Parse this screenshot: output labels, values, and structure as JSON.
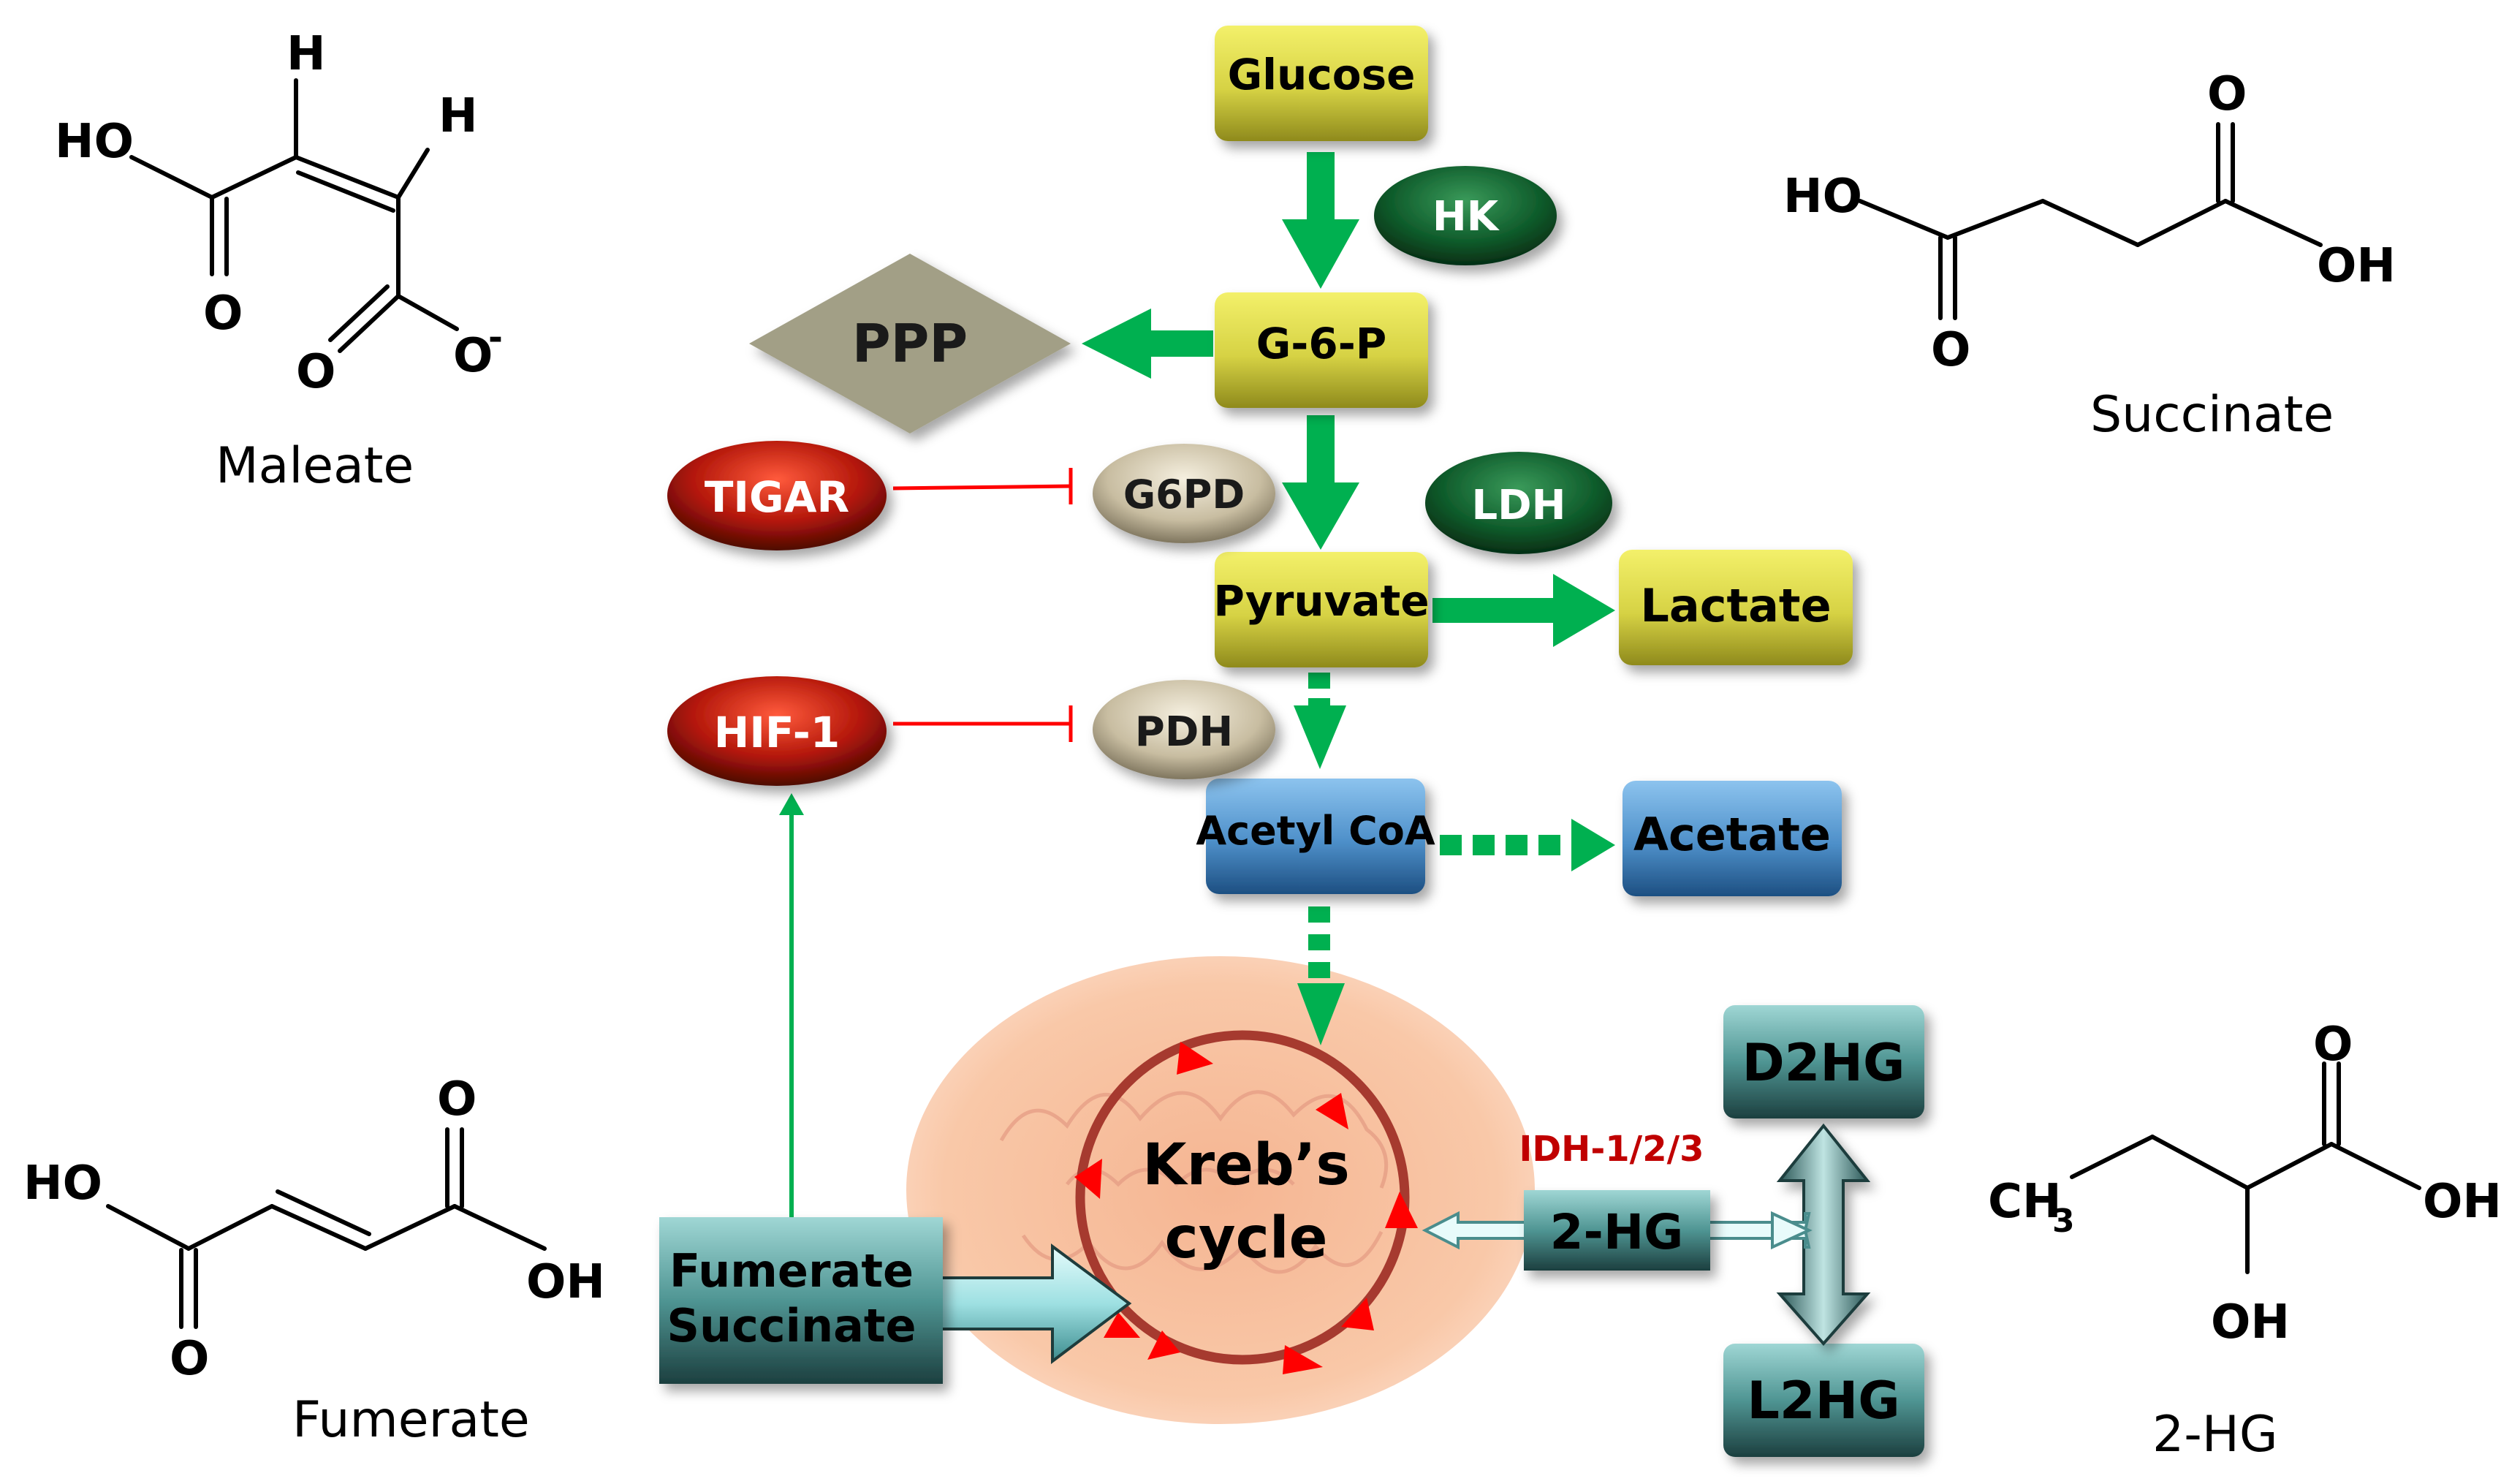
{
  "boxes": {
    "glucose": "Glucose",
    "g6p": "G-6-P",
    "pyruvate": "Pyruvate",
    "lactate": "Lactate",
    "acetyl_coa": "Acetyl CoA",
    "acetate": "Acetate",
    "ppp": "PPP",
    "fumerate": "Fumerate",
    "succinate_box": "Succinate",
    "d2hg": "D2HG",
    "l2hg": "L2HG",
    "two_hg_box": "2-HG"
  },
  "enzymes": {
    "hk": "HK",
    "ldh": "LDH",
    "g6pd": "G6PD",
    "pdh": "PDH",
    "tigar": "TIGAR",
    "hif1": "HIF-1",
    "idh": "IDH-1/2/3"
  },
  "krebs": {
    "line1": "Kreb’s",
    "line2": "cycle"
  },
  "structures": {
    "maleate": {
      "caption": "Maleate",
      "h1": "H",
      "h2": "H",
      "ho": "HO",
      "o1": "O",
      "o2": "O",
      "o_minus": "O",
      "charge": "-"
    },
    "succinate": {
      "caption": "Succinate",
      "ho": "HO",
      "oh": "OH",
      "o1": "O",
      "o2": "O"
    },
    "fumerate": {
      "caption": "Fumerate",
      "ho": "HO",
      "oh": "OH",
      "o1": "O",
      "o2": "O"
    },
    "two_hg": {
      "caption": "2-HG",
      "ch": "CH",
      "sub3": "3",
      "oh1": "OH",
      "oh2": "OH",
      "o": "O"
    }
  },
  "colors": {
    "green_arrow": "#00b050",
    "inhibit_red": "#ff0000",
    "yellow_box": "#d8d44a",
    "blue_box": "#4d8fc9",
    "teal_box": "#3f7f80",
    "ppp_fill": "#a29f86",
    "krebs_ring": "#a63a2f",
    "mito_fill": "#f9c8a8"
  }
}
